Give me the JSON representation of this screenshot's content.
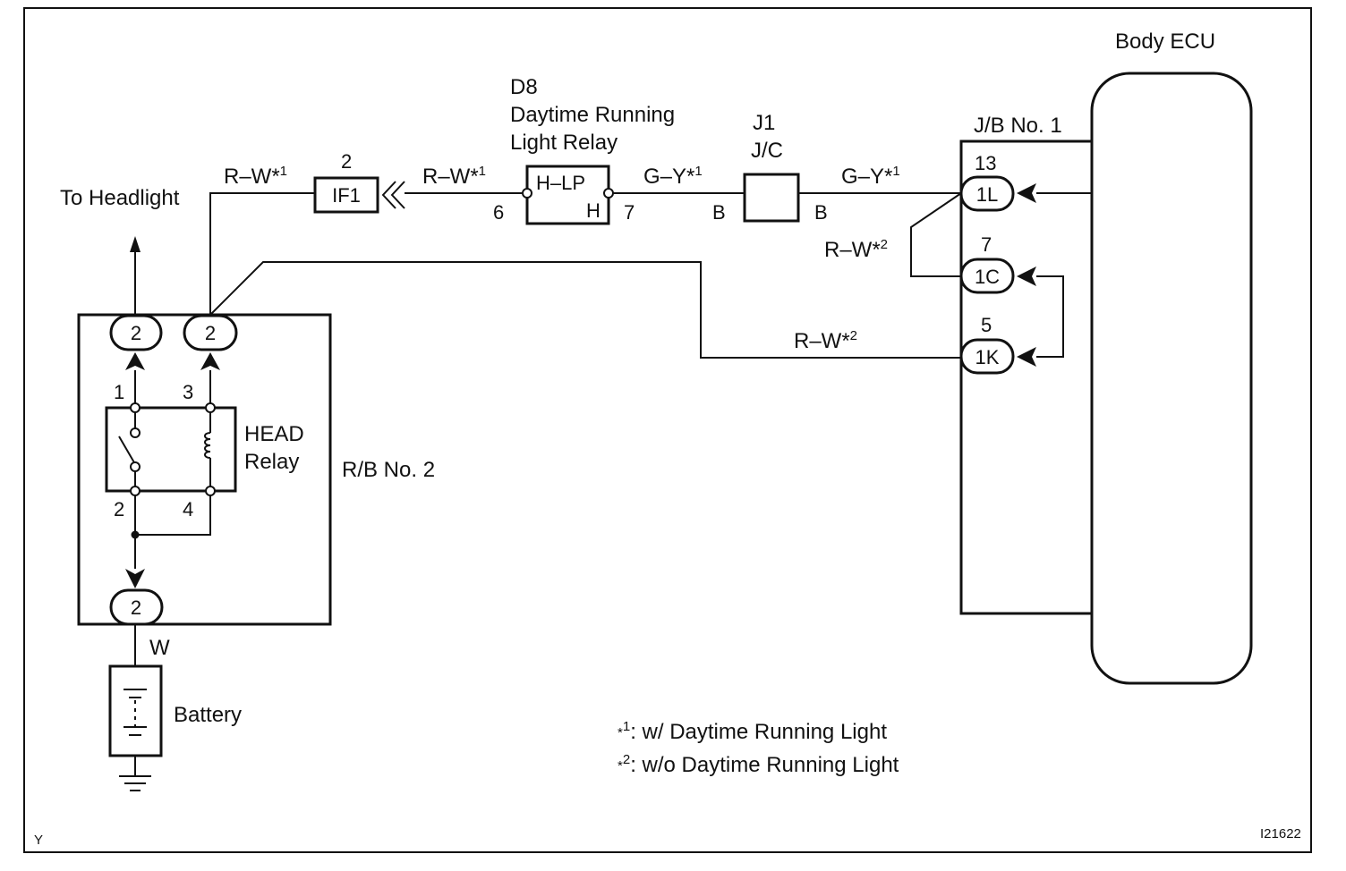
{
  "components": {
    "body_ecu": "Body ECU",
    "jb_no1": "J/B No. 1",
    "rb_no2": "R/B No. 2",
    "head_relay_line1": "HEAD",
    "head_relay_line2": "Relay",
    "battery": "Battery",
    "to_headlight": "To Headlight",
    "drl_id": "D8",
    "drl_line1": "Daytime Running",
    "drl_line2": "Light Relay",
    "drl_terminal_hlp": "H–LP",
    "drl_terminal_h": "H",
    "jc_id": "J1",
    "jc_label": "J/C",
    "if_connector": "IF1"
  },
  "pins": {
    "if1_pin": "2",
    "drl_in": "6",
    "drl_out": "7",
    "jc_left": "B",
    "jc_right": "B",
    "jb_1l_num": "13",
    "jb_1l": "1L",
    "jb_1c_num": "7",
    "jb_1c": "1C",
    "jb_1k_num": "5",
    "jb_1k": "1K",
    "rb_top_left": "2",
    "rb_top_right": "2",
    "rb_bottom": "2",
    "relay_1": "1",
    "relay_3": "3",
    "relay_2": "2",
    "relay_4": "4"
  },
  "wires": {
    "rw1_left": "R–W*",
    "rw1_left_sup": "1",
    "rw1_mid": "R–W*",
    "rw1_mid_sup": "1",
    "gy1_left": "G–Y*",
    "gy1_left_sup": "1",
    "gy1_right": "G–Y*",
    "gy1_right_sup": "1",
    "rw2_upper": "R–W*",
    "rw2_upper_sup": "2",
    "rw2_lower": "R–W*",
    "rw2_lower_sup": "2",
    "battery_wire": "W"
  },
  "notes": {
    "note1_mark": "*",
    "note1_sup": "1",
    "note1_text": ": w/ Daytime Running Light",
    "note2_mark": "*",
    "note2_sup": "2",
    "note2_text": ": w/o Daytime Running Light"
  },
  "corner": {
    "bottom_left": "Y",
    "figure_id": "I21622"
  }
}
